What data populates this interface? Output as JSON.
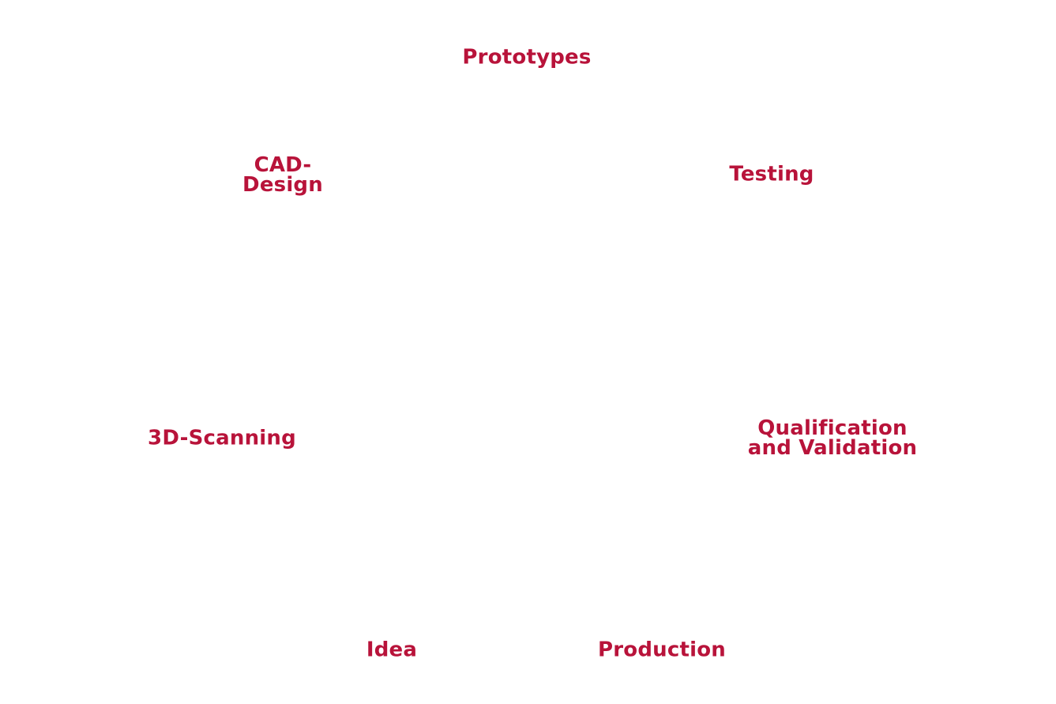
{
  "accent_color": "#b8133a",
  "cycle": {
    "steps": [
      {
        "id": "prototypes",
        "lines": [
          "Prototypes"
        ]
      },
      {
        "id": "testing",
        "lines": [
          "Testing"
        ]
      },
      {
        "id": "qualification",
        "lines": [
          "Qualification",
          "and Validation"
        ]
      },
      {
        "id": "production",
        "lines": [
          "Production"
        ]
      },
      {
        "id": "idea",
        "lines": [
          "Idea"
        ]
      },
      {
        "id": "scanning",
        "lines": [
          "3D-Scanning"
        ]
      },
      {
        "id": "cad",
        "lines": [
          "CAD-",
          "Design"
        ]
      }
    ]
  }
}
